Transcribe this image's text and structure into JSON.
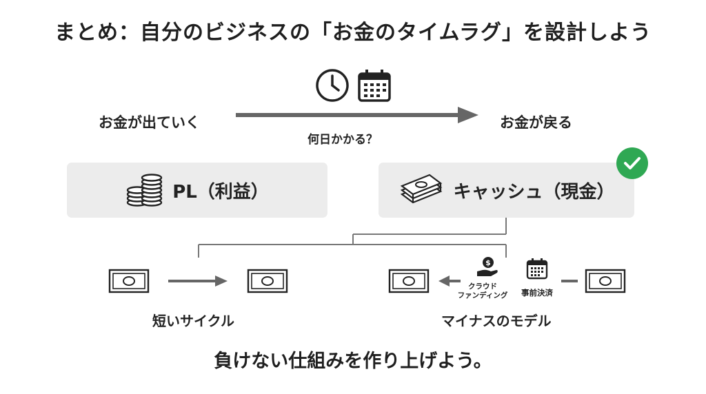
{
  "title": "まとめ：自分のビジネスの「お金のタイムラグ」を設計しよう",
  "timeline": {
    "left_label": "お金が出ていく",
    "right_label": "お金が戻る",
    "question": "何日かかる？",
    "icons": [
      "clock-icon",
      "calendar-icon"
    ]
  },
  "boxes": {
    "pl": {
      "label": "PL（利益）",
      "icon": "coin-stack-icon"
    },
    "cash": {
      "label": "キャッシュ（現金）",
      "icon": "cash-bundle-icon",
      "badge": "check-icon",
      "badge_color": "#2fa853"
    }
  },
  "branches": {
    "short_cycle": {
      "label": "短いサイクル"
    },
    "minus_model": {
      "label": "マイナスのモデル",
      "items": [
        {
          "label": "クラウド\nファンディング",
          "icon": "hand-coin-icon"
        },
        {
          "label": "事前決済",
          "icon": "calendar-icon"
        }
      ]
    }
  },
  "footer": "負けない仕組みを作り上げよう。"
}
